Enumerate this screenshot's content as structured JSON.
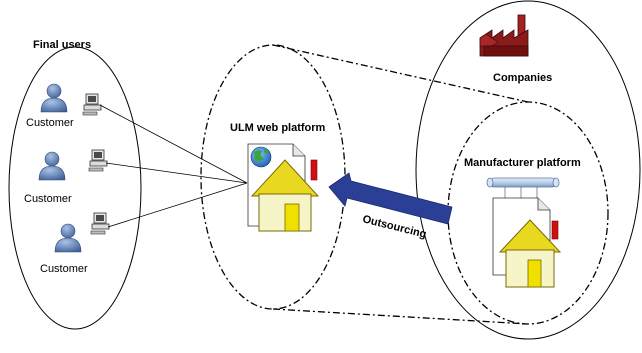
{
  "labels": {
    "final_users": "Final users",
    "customer_1": "Customer",
    "customer_2": "Customer",
    "customer_3": "Customer",
    "ulm_platform": "ULM web platform",
    "companies": "Companies",
    "manufacturer_platform": "Manufacturer platform",
    "outsourcing": "Outsourcing"
  },
  "colors": {
    "line": "#000000",
    "arrow": "#2b3f96",
    "house_wall": "#f5f5c8",
    "house_roof": "#e8d820",
    "house_door": "#f0e000",
    "chimney": "#d01010",
    "factory": "#8b1a1a",
    "person": "#5f7fb0",
    "pipe": "#b9d0ea"
  }
}
